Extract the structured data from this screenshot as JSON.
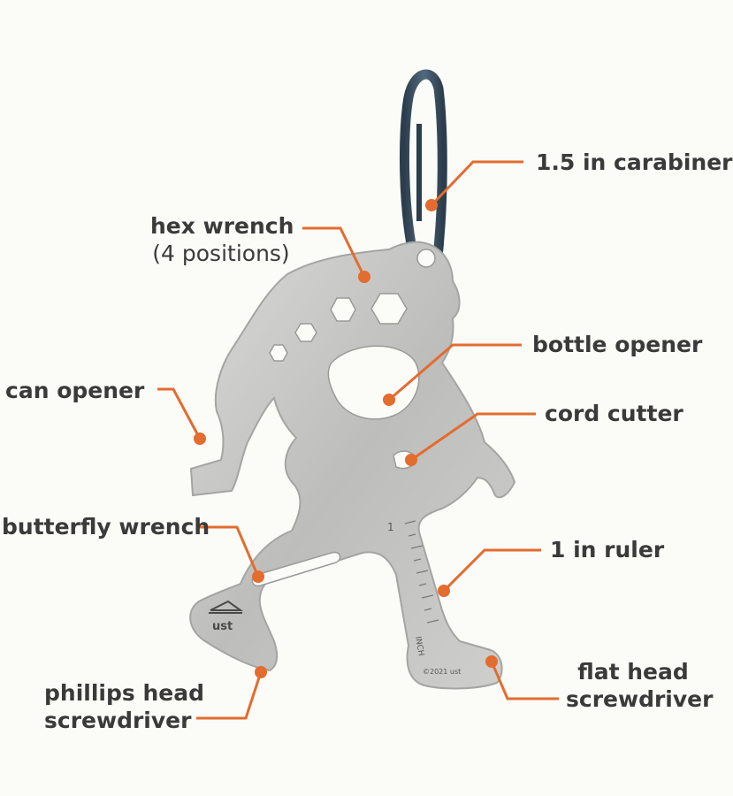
{
  "accent_color": "#e36c2f",
  "tool_color": "#c8c8c6",
  "carabiner_color": "#3d5366",
  "callouts": {
    "carabiner": "1.5 in carabiner",
    "hex_wrench": "hex wrench",
    "hex_wrench_sub": "(4 positions)",
    "can_opener": "can opener",
    "bottle_opener": "bottle opener",
    "cord_cutter": "cord cutter",
    "butterfly_wrench": "butterfly wrench",
    "ruler": "1 in ruler",
    "phillips_line1": "phillips head",
    "phillips_line2": "screwdriver",
    "flathead_line1": "flat head",
    "flathead_line2": "screwdriver"
  },
  "tool_markings": {
    "brand": "ust",
    "ruler_number": "1",
    "ruler_unit": "INCH",
    "copyright": "©2021 ust"
  }
}
